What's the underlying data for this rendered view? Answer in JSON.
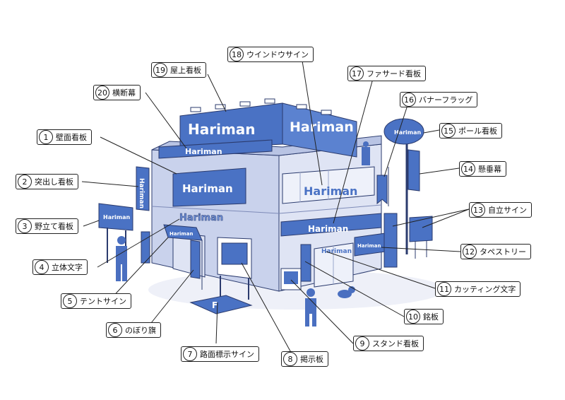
{
  "brand": "Hariman",
  "colors": {
    "sign_blue": "#4a72c4",
    "wall_front": "#c9d2ec",
    "wall_side": "#dfe4f4",
    "outline": "#2b3b6e",
    "figure": "#4a6fc0"
  },
  "callouts": [
    {
      "num": "1",
      "label": "壁面看板"
    },
    {
      "num": "2",
      "label": "突出し看板"
    },
    {
      "num": "3",
      "label": "野立て看板"
    },
    {
      "num": "4",
      "label": "立体文字"
    },
    {
      "num": "5",
      "label": "テントサイン"
    },
    {
      "num": "6",
      "label": "のぼり旗"
    },
    {
      "num": "7",
      "label": "路面標示サイン"
    },
    {
      "num": "8",
      "label": "掲示板"
    },
    {
      "num": "9",
      "label": "スタンド看板"
    },
    {
      "num": "10",
      "label": "銘板"
    },
    {
      "num": "11",
      "label": "カッティング文字"
    },
    {
      "num": "12",
      "label": "タペストリー"
    },
    {
      "num": "13",
      "label": "自立サイン"
    },
    {
      "num": "14",
      "label": "懸垂幕"
    },
    {
      "num": "15",
      "label": "ポール看板"
    },
    {
      "num": "16",
      "label": "バナーフラッグ"
    },
    {
      "num": "17",
      "label": "ファサード看板"
    },
    {
      "num": "18",
      "label": "ウインドウサイン"
    },
    {
      "num": "19",
      "label": "屋上看板"
    },
    {
      "num": "20",
      "label": "横断幕"
    }
  ]
}
